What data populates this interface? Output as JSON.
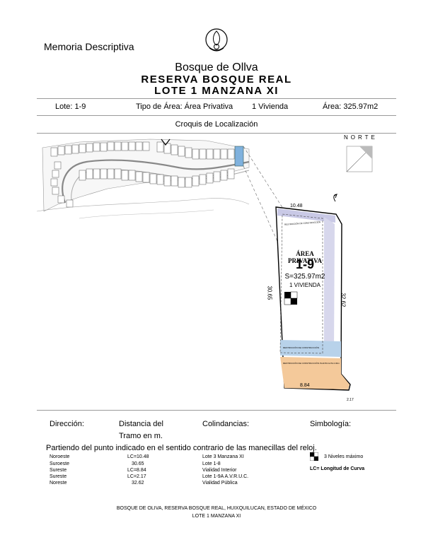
{
  "header": {
    "memoria": "Memoria Descriptiva",
    "title": "Bosque de Ollva",
    "subtitle": "RESERVA BOSQUE REAL",
    "lote_title": "LOTE 1 MANZANA XI"
  },
  "info": {
    "lote": "Lote: 1-9",
    "tipo_area": "Tipo de Área: Área Privativa",
    "viviendas": "1 Vivienda",
    "area": "Área: 325.97m2"
  },
  "croquis_label": "Croquis de Localización",
  "map": {
    "norte": "NORTE",
    "area_label": "ÁREA PRIVATIVA",
    "lot_number": "1-9",
    "surface": "S=325.97m2",
    "vivienda": "1 VIVIENDA",
    "dim_top": "10.48",
    "dim_left": "30.65",
    "dim_right": "32.62",
    "dim_bottom": "8.84",
    "dim_corner": "2.17",
    "restriccion": "RESTRICCIÓN DE CONSTRUCCIÓN",
    "restriccion_bottom": "RESTRICCIÓN DE CONSTRUCCIÓN PLANTA ALTA 2.00m"
  },
  "table": {
    "col_direccion": "Dirección:",
    "col_distancia_1": "Distancia del",
    "col_distancia_2": "Tramo en m.",
    "col_colindancias": "Colindancias:",
    "col_simbologia": "Simbología:",
    "intro": "Partiendo del punto indicado en el sentido contrario de las manecillas del reloj.",
    "rows": [
      {
        "dir": "Noroeste",
        "dist": "LC=10.48",
        "col": "Lote 3 Manzana XI"
      },
      {
        "dir": "Suroeste",
        "dist": "30.65",
        "col": "Lote 1-8"
      },
      {
        "dir": "Sureste",
        "dist": "LC=8.84",
        "col": "Vialidad Interior"
      },
      {
        "dir": "Sureste",
        "dist": "LC=2.17",
        "col": "Lote 1-9A A.V.R.U.C."
      },
      {
        "dir": "Noreste",
        "dist": "32.62",
        "col": "Vialidad Pública"
      }
    ],
    "simbolo_niveles": "3 Niveles máximo",
    "simbolo_lc": "LC= Longitud de Curva"
  },
  "footer": {
    "line1": "BOSQUE DE OLIVA, RESERVA BOSQUE REAL, HUIXQUILUCAN, ESTADO DE MÉXICO",
    "line2": "LOTE 1 MANZANA XI"
  }
}
